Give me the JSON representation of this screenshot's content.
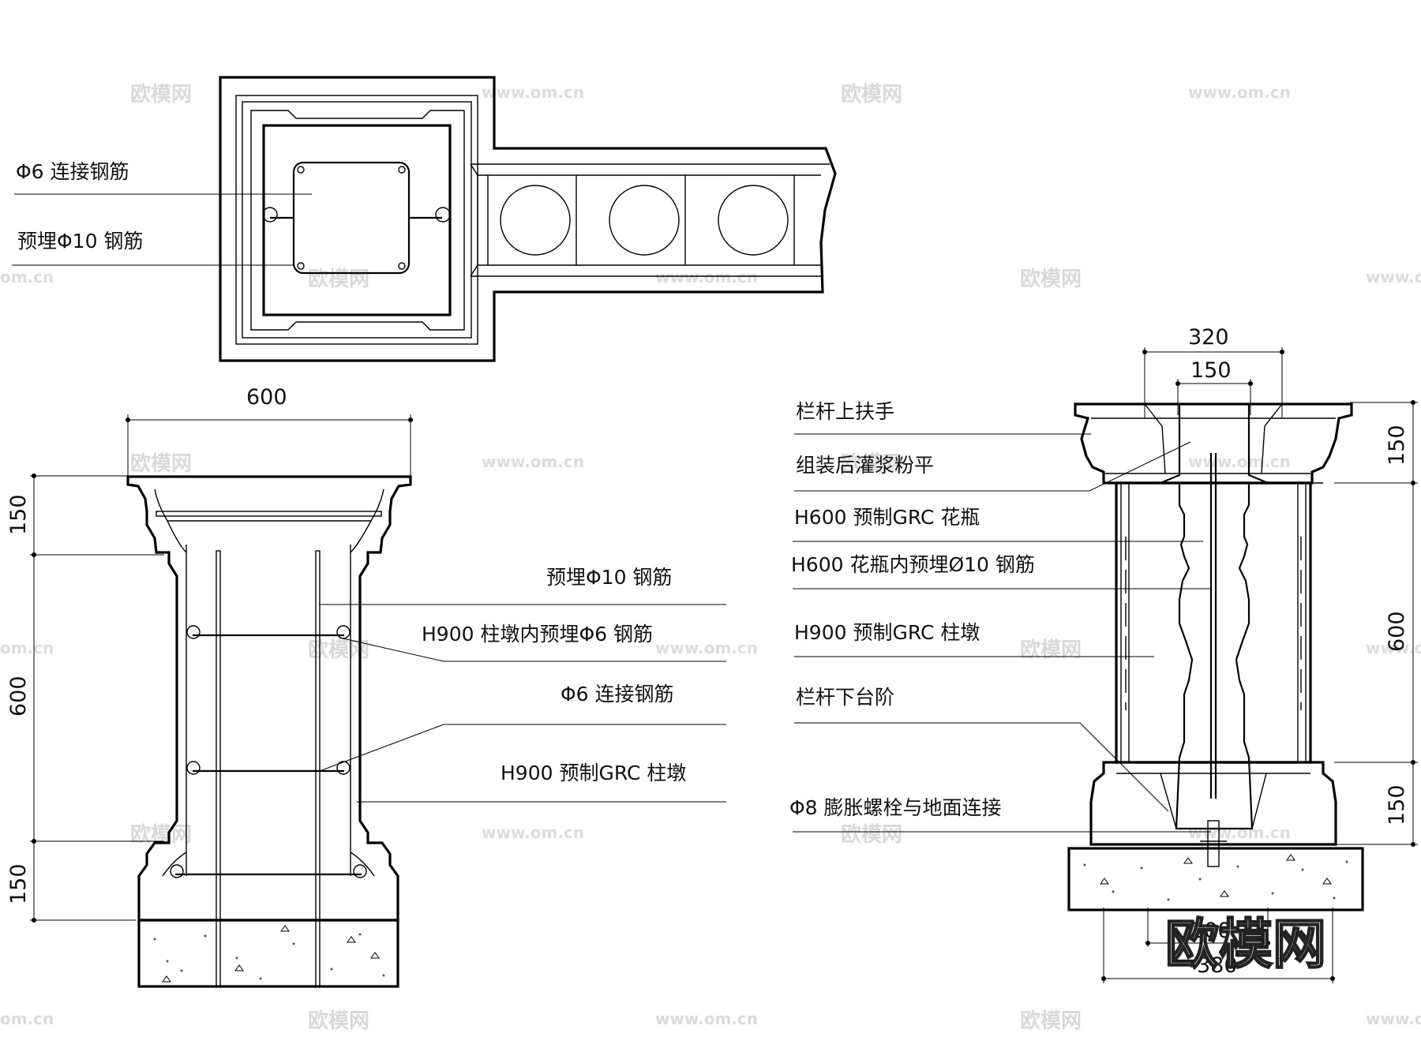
{
  "plan_view": {
    "labels": [
      {
        "text": "Φ6 连接钢筋"
      },
      {
        "text": "预埋Φ10 钢筋"
      }
    ]
  },
  "left_elevation": {
    "dim_top": "600",
    "dims_side": [
      "150",
      "600",
      "150"
    ],
    "labels": [
      {
        "text": "预埋Φ10 钢筋"
      },
      {
        "text": "H900 柱墩内预埋Φ6 钢筋"
      },
      {
        "text": "Φ6 连接钢筋"
      },
      {
        "text": "H900 预制GRC 柱墩"
      }
    ]
  },
  "right_section": {
    "dims_top": [
      "320",
      "150"
    ],
    "dims_side": [
      "150",
      "600",
      "150"
    ],
    "dims_bottom": [
      "200",
      "380"
    ],
    "labels": [
      {
        "text": "栏杆上扶手"
      },
      {
        "text": "组装后灌浆粉平"
      },
      {
        "text": "H600 预制GRC 花瓶"
      },
      {
        "text": "H600 花瓶内预埋Ø10 钢筋"
      },
      {
        "text": "H900 预制GRC 柱墩"
      },
      {
        "text": "栏杆下台阶"
      },
      {
        "text": "Φ8 膨胀螺栓与地面连接"
      }
    ]
  },
  "watermarks": {
    "brand": "欧模网",
    "url": "www.om.cn",
    "url_short": "om.cn",
    "logo": "欧模网"
  }
}
